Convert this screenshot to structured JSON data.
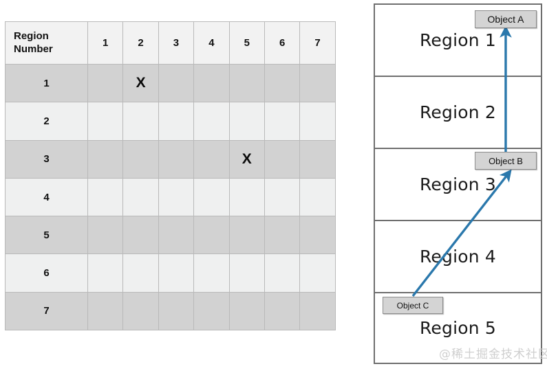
{
  "table": {
    "corner_label": "Region\nNumber",
    "corner_label_line1": "Region",
    "corner_label_line2": "Number",
    "column_headers": [
      "1",
      "2",
      "3",
      "4",
      "5",
      "6",
      "7"
    ],
    "row_headers": [
      "1",
      "2",
      "3",
      "4",
      "5",
      "6",
      "7"
    ],
    "mark_glyph": "X",
    "cells": [
      [
        "",
        "X",
        "",
        "",
        "",
        "",
        ""
      ],
      [
        "",
        "",
        "",
        "",
        "",
        "",
        ""
      ],
      [
        "",
        "",
        "",
        "",
        "X",
        "",
        ""
      ],
      [
        "",
        "",
        "",
        "",
        "",
        "",
        ""
      ],
      [
        "",
        "",
        "",
        "",
        "",
        "",
        ""
      ],
      [
        "",
        "",
        "",
        "",
        "",
        "",
        ""
      ],
      [
        "",
        "",
        "",
        "",
        "",
        "",
        ""
      ]
    ],
    "colors": {
      "odd_row_bg": "#d2d2d2",
      "even_row_bg": "#eff0f0",
      "header_bg": "#f2f2f2",
      "grid_line": "#b9b9b9"
    }
  },
  "diagram": {
    "regions": [
      {
        "label": "Region 1"
      },
      {
        "label": "Region 2"
      },
      {
        "label": "Region 3"
      },
      {
        "label": "Region 4"
      },
      {
        "label": "Region 5"
      }
    ],
    "objects": [
      {
        "label": "Object A",
        "in_region": "Region 1"
      },
      {
        "label": "Object B",
        "in_region": "Region 3"
      },
      {
        "label": "Object C",
        "in_region": "Region 5"
      }
    ],
    "arrows": [
      {
        "name": "arrow-object-b-to-object-a",
        "from": "Object B",
        "to": "Object A"
      },
      {
        "name": "arrow-object-c-to-object-b",
        "from": "Object C",
        "to": "Object B"
      }
    ],
    "colors": {
      "arrow": "#2a78ac",
      "region_border": "#6e6e6e",
      "chip_bg": "#d4d4d4",
      "chip_border": "#8c8c8c"
    }
  },
  "watermark": {
    "text": "@稀土掘金技术社区",
    "color": "#cfcfcf"
  }
}
